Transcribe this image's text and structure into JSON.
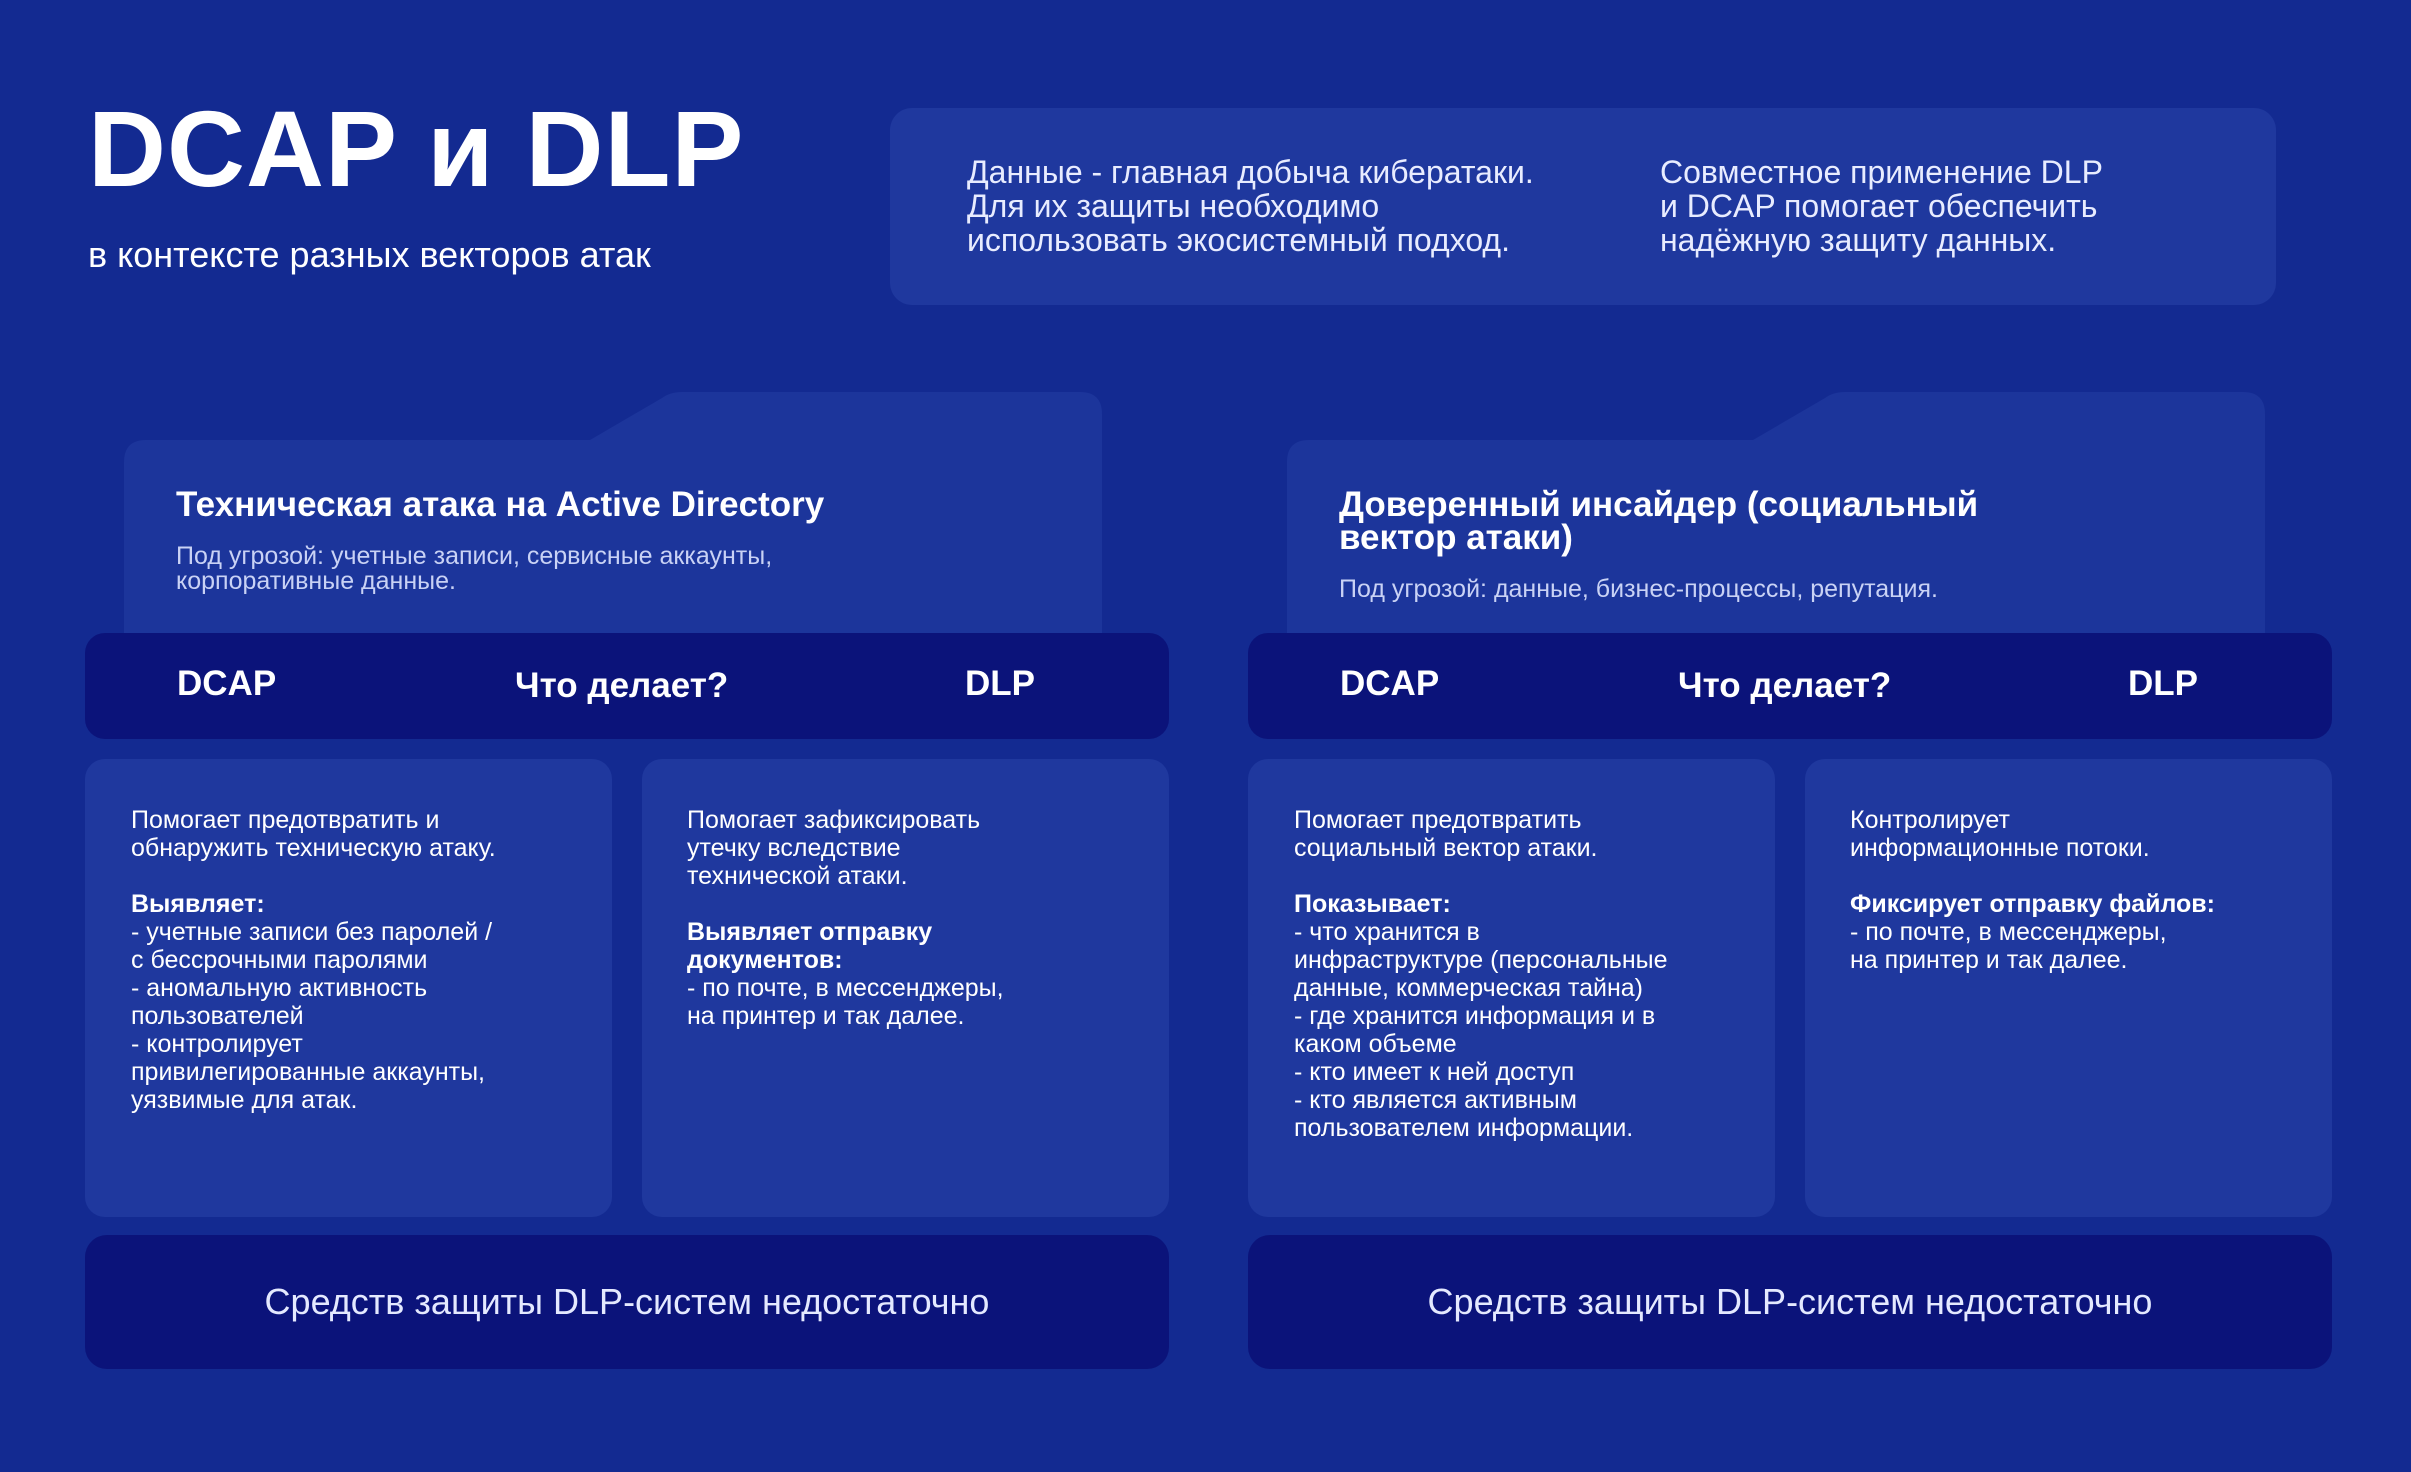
{
  "header": {
    "title": "DCAP и DLP",
    "subtitle": "в контексте разных векторов атак",
    "intro_left": "Данные - главная добыча кибератаки.\nДля их защиты необходимо\nиспользовать экосистемный подход.",
    "intro_right": "Совместное применение DLP\nи DCAP помогает обеспечить\nнадёжную защиту данных."
  },
  "panels": [
    {
      "title": "Техническая атака на Active Directory",
      "threat": "Под угрозой: учетные записи, сервисные аккаунты,\nкорпоративные данные.",
      "dcap_label": "DCAP",
      "what_label": "Что делает?",
      "dlp_label": "DLP",
      "dcap_card": {
        "intro": "Помогает предотвратить и\nобнаружить техническую атаку.",
        "heading": "Выявляет:",
        "list": "- учетные записи без паролей /\nс бессрочными паролями\n- аномальную активность\nпользователей\n- контролирует\nпривилегированные аккаунты,\nуязвимые для атак."
      },
      "dlp_card": {
        "intro": "Помогает зафиксировать\nутечку вследствие\nтехнической атаки.",
        "heading": "Выявляет отправку\nдокументов:",
        "list": "- по почте, в мессенджеры,\nна принтер и так далее."
      },
      "footer": "Средств защиты DLP-систем недостаточно"
    },
    {
      "title": "Доверенный инсайдер (социальный\nвектор атаки)",
      "threat": "Под угрозой: данные, бизнес-процессы, репутация.",
      "dcap_label": "DCAP",
      "what_label": "Что делает?",
      "dlp_label": "DLP",
      "dcap_card": {
        "intro": "Помогает предотвратить\nсоциальный вектор атаки.",
        "heading": "Показывает:",
        "list": "- что хранится в\nинфраструктуре (персональные\nданные, коммерческая тайна)\n- где хранится информация и в\nкаком объеме\n- кто имеет к ней доступ\n- кто является активным\nпользователем информации."
      },
      "dlp_card": {
        "intro": "Контролирует\nинформационные потоки.",
        "heading": "Фиксирует отправку файлов:",
        "list": "- по почте, в мессенджеры,\nна принтер и так далее."
      },
      "footer": "Средств защиты DLP-систем недостаточно"
    }
  ],
  "colors": {
    "background": "#132a91",
    "card": "#1f389e",
    "tab": "#1c359b",
    "dark_bar": "#0b137a"
  }
}
